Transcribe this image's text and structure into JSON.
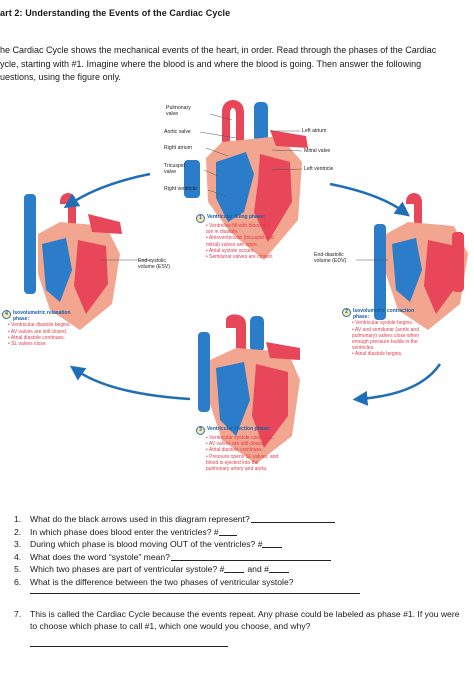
{
  "heading": "art 2: Understanding the Events of the Cardiac Cycle",
  "intro": [
    "he Cardiac Cycle shows the mechanical events of the heart, in order. Read through the phases of the Cardiac",
    "ycle, starting with #1. Imagine where the blood is and where the blood is going. Then answer the following",
    "uestions, using the figure only."
  ],
  "labels": {
    "pulmonary_valve": [
      "Pulmonary",
      "valve"
    ],
    "aortic_valve": "Aortic valve",
    "right_atrium": "Right atrium",
    "tricuspid_valve": [
      "Tricuspid",
      "valve"
    ],
    "right_ventricle": "Right ventricle",
    "left_atrium": "Left atrium",
    "mitral_valve": "Mitral valve",
    "left_ventricle": "Left ventricle",
    "esv": [
      "End-systolic",
      "volume (ESV)"
    ],
    "edv": [
      "End-diastolic",
      "volume (EDV)"
    ]
  },
  "phases": [
    {
      "num": "1",
      "title": "Ventricular filling phase:",
      "bullets": [
        "• Ventricles fill with blood and",
        "are in diastole.",
        "• Atrioventricular (tricuspid and",
        "mitral) valves are open.",
        "• Atrial systole occurs.",
        "• Semilunar valves are closed."
      ]
    },
    {
      "num": "2",
      "title": "Isovolumetric contraction",
      "title2": "phase:",
      "bullets": [
        "• Ventricular systole begins.",
        "• AV and semilunar (aortic and",
        "pulmonary) valves close when",
        "enough pressure builds in the",
        "ventricles.",
        "• Atrial diastole begins."
      ]
    },
    {
      "num": "3",
      "title": "Ventricular ejection phase:",
      "bullets": [
        "• Ventricular systole continues.",
        "• AV valves are still closed.",
        "• Atrial diastole continues.",
        "• Pressure opens SL valves, and",
        "blood is ejected into the",
        "pulmonary artery and aorta."
      ]
    },
    {
      "num": "4",
      "title": "Isovolumetric relaxation",
      "title2": "phase:",
      "bullets": [
        "• Ventricular diastole begins.",
        "• AV valves are still closed.",
        "• Atrial diastole continues.",
        "• SL valves close."
      ]
    }
  ],
  "questions": [
    {
      "n": "1.",
      "text": "What do the black arrows used in this diagram represent?"
    },
    {
      "n": "2.",
      "text": "In which phase does blood enter the ventricles? #"
    },
    {
      "n": "3.",
      "text": "During which phase is blood moving OUT of the ventricles? #"
    },
    {
      "n": "4.",
      "text": "What does the word “systole” mean?"
    },
    {
      "n": "5.",
      "text": "Which two phases are part of ventricular systole? #",
      "mid": "and #"
    },
    {
      "n": "6.",
      "text": "What is the difference between the two phases of ventricular systole?"
    },
    {
      "n": "7.",
      "text": "This is called the Cardiac Cycle because the events repeat. Any phase could be labeled as phase #1. If you were to choose which phase to call #1, which one would you choose, and why?"
    }
  ],
  "colors": {
    "oxygenated": "#e8475a",
    "deoxygenated": "#2b7cc9",
    "muscle": "#f2a58f",
    "caption": "#1a5ea6",
    "arrow": "#1f6fb8"
  }
}
